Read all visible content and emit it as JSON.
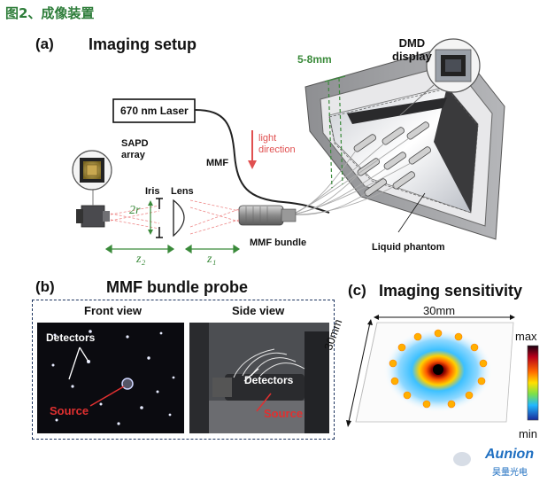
{
  "figure_caption_cn": "图2、成像装置",
  "panel_a": {
    "letter": "(a)",
    "title": "Imaging setup",
    "laser_label": "670 nm Laser",
    "mmf_label": "MMF",
    "light_direction": "light\ndirection",
    "sapd_label": "SAPD\narray",
    "iris_label": "Iris",
    "lens_label": "Lens",
    "aperture_label": "2r",
    "z2_label": "z₂",
    "z1_label": "z₁",
    "mmf_bundle_label": "MMF bundle",
    "dmd_label": "DMD\ndisplay",
    "gap_label": "5-8mm",
    "phantom_label": "Liquid phantom"
  },
  "panel_b": {
    "letter": "(b)",
    "title": "MMF bundle probe",
    "front_view": "Front view",
    "side_view": "Side view",
    "detectors_front": "Detectors",
    "source_front": "Source",
    "detectors_side": "Detectors",
    "source_side": "Source"
  },
  "panel_c": {
    "letter": "(c)",
    "title": "Imaging sensitivity",
    "width_label": "30mm",
    "depth_label": "30mm",
    "colorbar_max": "max",
    "colorbar_min": "min"
  },
  "watermark": {
    "brand": "Aunion",
    "brand_cn": "昊量光电"
  },
  "colors": {
    "caption_green": "#2e7d3a",
    "dimension_green": "#3a8a3a",
    "light_red": "#e05050",
    "panel_border": "#1e3560"
  }
}
